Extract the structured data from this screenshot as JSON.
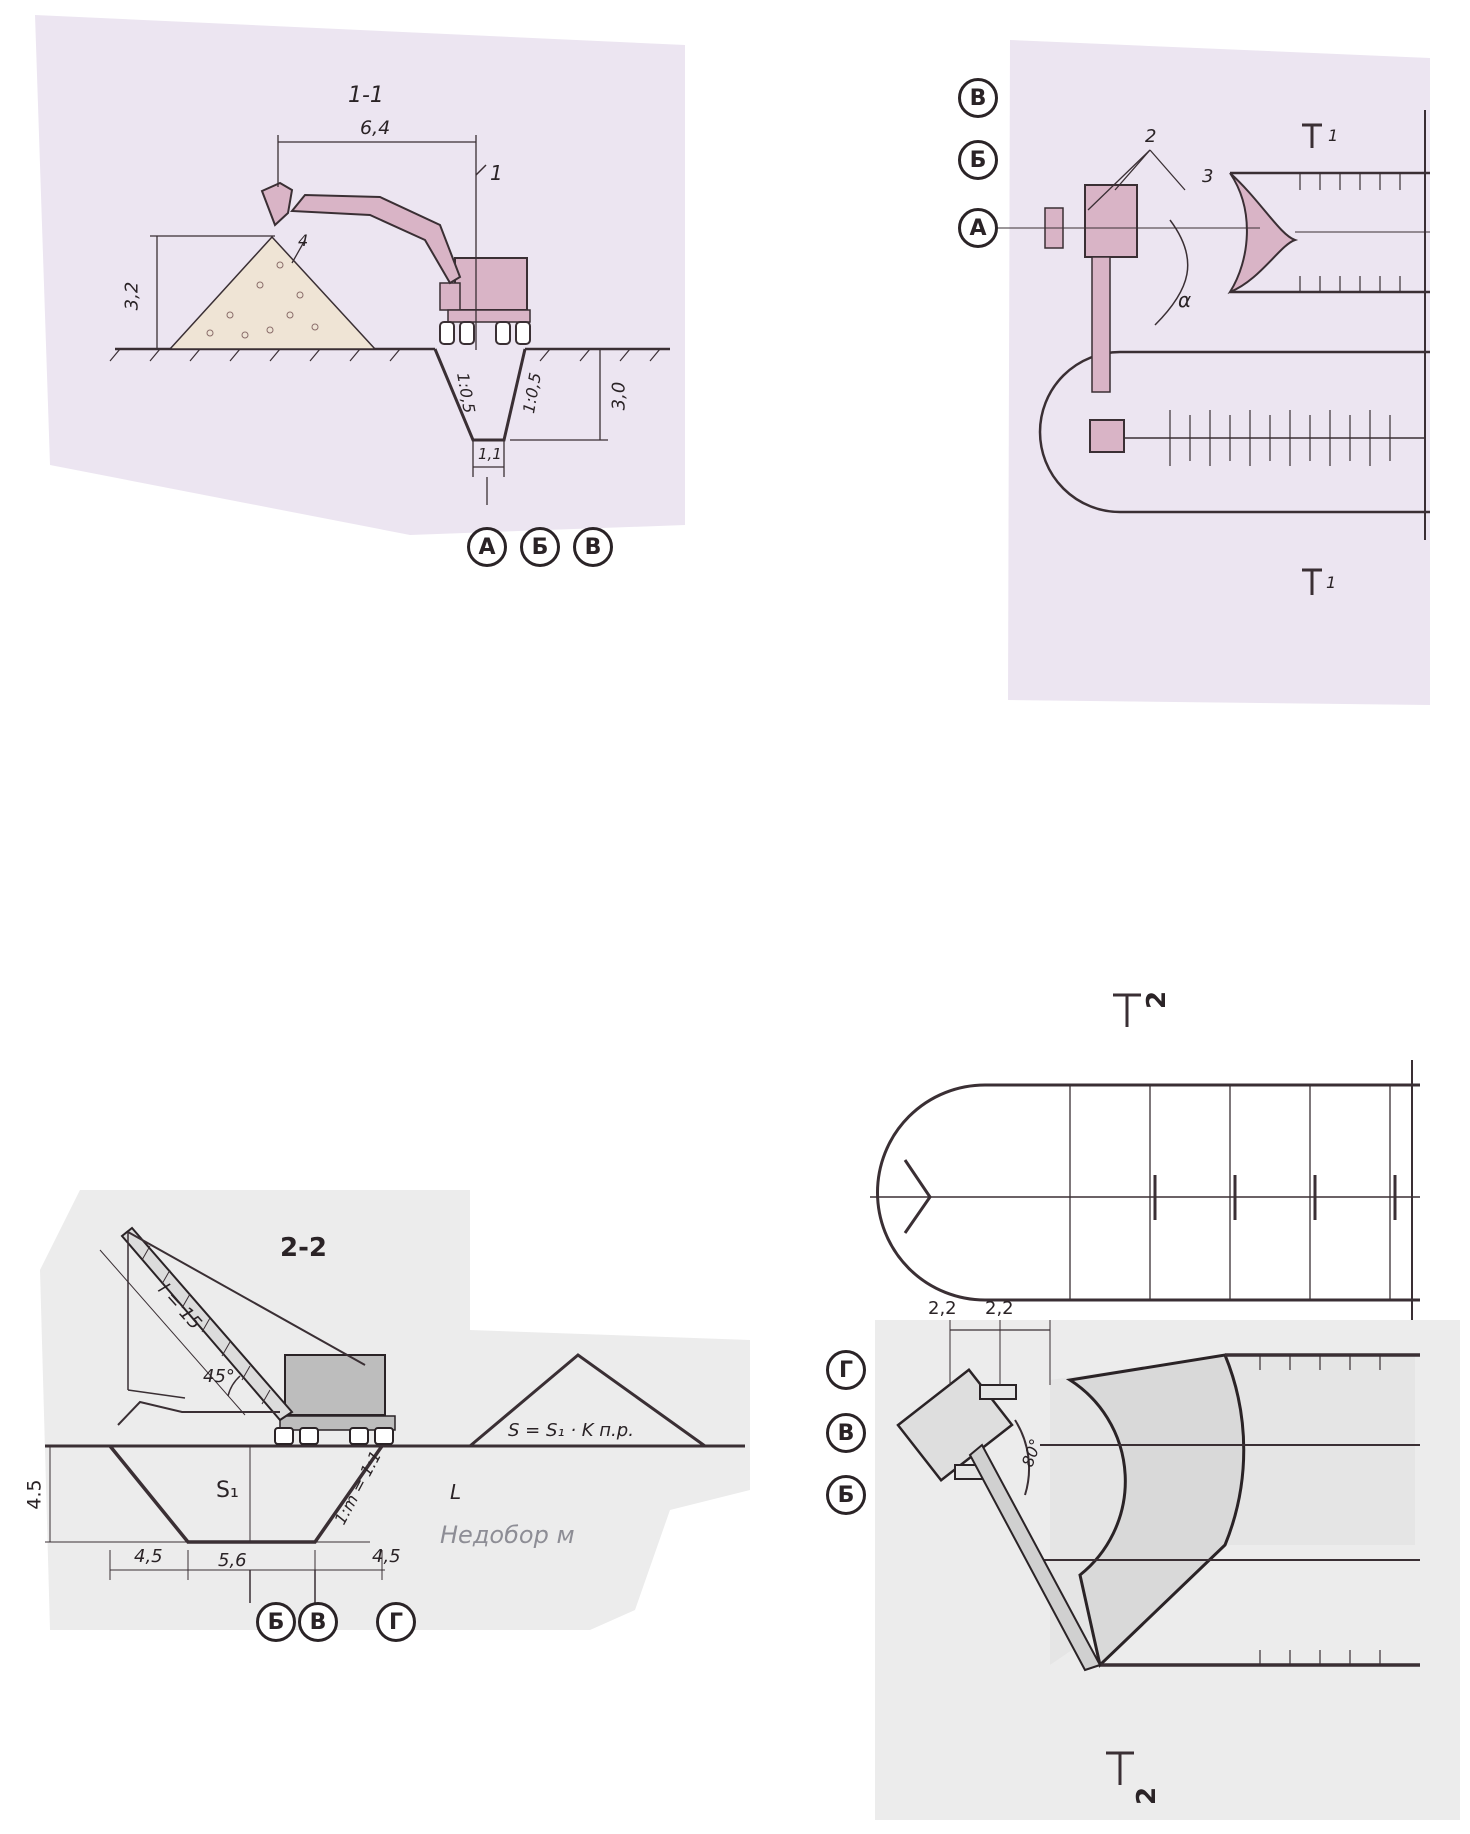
{
  "colors": {
    "paper": "#ece5f1",
    "ink": "#2a2326",
    "machine": "#d9b4c6",
    "crane": "#cfcfcf"
  },
  "panel1": {
    "section_title": "1-1",
    "dim_reach": "6,4",
    "dim_pile_height": "3,2",
    "dim_trench_depth": "3,0",
    "dim_bottom_width": "1,1",
    "slope_left": "1:0,5",
    "slope_right": "1:0,5",
    "callout_1": "1",
    "callout_4": "4",
    "axes": [
      "А",
      "Б",
      "В"
    ]
  },
  "panel2": {
    "axes": [
      "В",
      "Б",
      "А"
    ],
    "callout_2": "2",
    "callout_3": "3",
    "angle": "α",
    "cut_top": "1",
    "cut_bottom": "1"
  },
  "panel3": {
    "section_title": "2-2",
    "boom_label": "l = 15",
    "angle": "45°",
    "formula": "S = S₁ · K п.р.",
    "area": "S₁",
    "slope": "1:m = 1:1",
    "dim_depth": "4.5",
    "dim_left": "4,5",
    "dim_bottom": "5,6",
    "dim_right": "4,5",
    "L": "L",
    "shortfall": "Недобор  м",
    "axes": [
      "Б",
      "В",
      "Г"
    ]
  },
  "panel4": {
    "cut_top": "2",
    "cut_bottom": "2",
    "dim_a": "2,2",
    "dim_b": "2,2",
    "angle": "80°",
    "axes": [
      "Г",
      "В",
      "Б"
    ]
  }
}
